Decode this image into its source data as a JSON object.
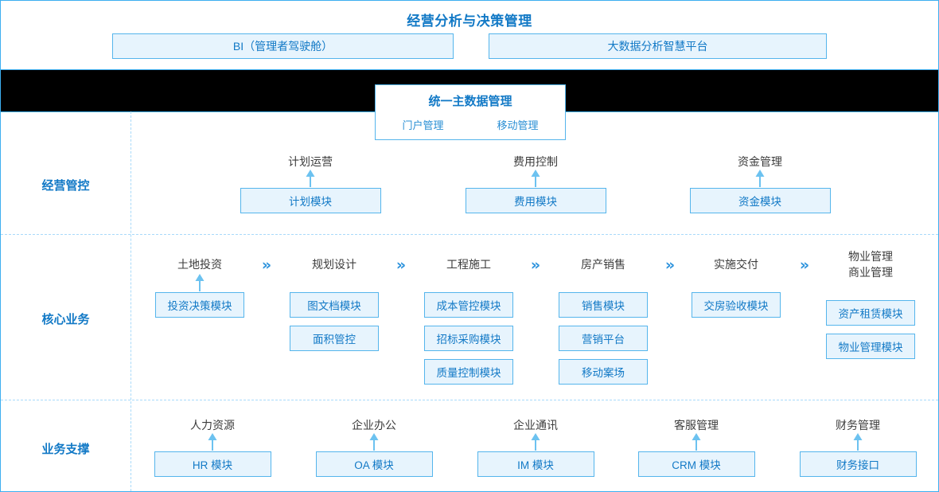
{
  "header": {
    "title": "经营分析与决策管理",
    "boxes": [
      {
        "label": "BI（管理者驾驶舱）"
      },
      {
        "label": "大数据分析智慧平台"
      }
    ]
  },
  "master_data": {
    "title": "统一主数据管理",
    "items": [
      {
        "label": "门户管理"
      },
      {
        "label": "移动管理"
      }
    ]
  },
  "bands": [
    {
      "label": "经营管控",
      "columns": [
        {
          "caption": "计划运营",
          "arrow": true,
          "modules": [
            {
              "label": "计划模块"
            }
          ]
        },
        {
          "caption": "费用控制",
          "arrow": true,
          "modules": [
            {
              "label": "费用模块"
            }
          ]
        },
        {
          "caption": "资金管理",
          "arrow": true,
          "modules": [
            {
              "label": "资金模块"
            }
          ]
        }
      ]
    },
    {
      "label": "核心业务",
      "columns": [
        {
          "caption": "土地投资",
          "arrow": true,
          "modules": [
            {
              "label": "投资决策模块"
            }
          ]
        },
        {
          "caption": "规划设计",
          "arrow": false,
          "modules": [
            {
              "label": "图文档模块"
            },
            {
              "label": "面积管控"
            }
          ]
        },
        {
          "caption": "工程施工",
          "arrow": false,
          "modules": [
            {
              "label": "成本管控模块"
            },
            {
              "label": "招标采购模块"
            },
            {
              "label": "质量控制模块"
            }
          ]
        },
        {
          "caption": "房产销售",
          "arrow": false,
          "modules": [
            {
              "label": "销售模块"
            },
            {
              "label": "营销平台"
            },
            {
              "label": "移动案场"
            }
          ]
        },
        {
          "caption": "实施交付",
          "arrow": false,
          "modules": [
            {
              "label": "交房验收模块"
            }
          ]
        },
        {
          "caption": "物业管理\n商业管理",
          "arrow": false,
          "modules": [
            {
              "label": "资产租赁模块"
            },
            {
              "label": "物业管理模块"
            }
          ]
        }
      ],
      "separators": [
        "»",
        "»",
        "»",
        "»",
        "»"
      ]
    },
    {
      "label": "业务支撑",
      "columns": [
        {
          "caption": "人力资源",
          "arrow": true,
          "modules": [
            {
              "label": "HR 模块"
            }
          ]
        },
        {
          "caption": "企业办公",
          "arrow": true,
          "modules": [
            {
              "label": "OA 模块"
            }
          ]
        },
        {
          "caption": "企业通讯",
          "arrow": true,
          "modules": [
            {
              "label": "IM 模块"
            }
          ]
        },
        {
          "caption": "客服管理",
          "arrow": true,
          "modules": [
            {
              "label": "CRM 模块"
            }
          ]
        },
        {
          "caption": "财务管理",
          "arrow": true,
          "modules": [
            {
              "label": "财务接口"
            }
          ]
        }
      ]
    }
  ],
  "colors": {
    "accent": "#1279c6",
    "border": "#55b5ec",
    "fill": "#e7f4fd",
    "dash": "#a8dafa",
    "frame": "#3daff0",
    "redaction": "#000000",
    "caption_text": "#3c3c3c"
  }
}
